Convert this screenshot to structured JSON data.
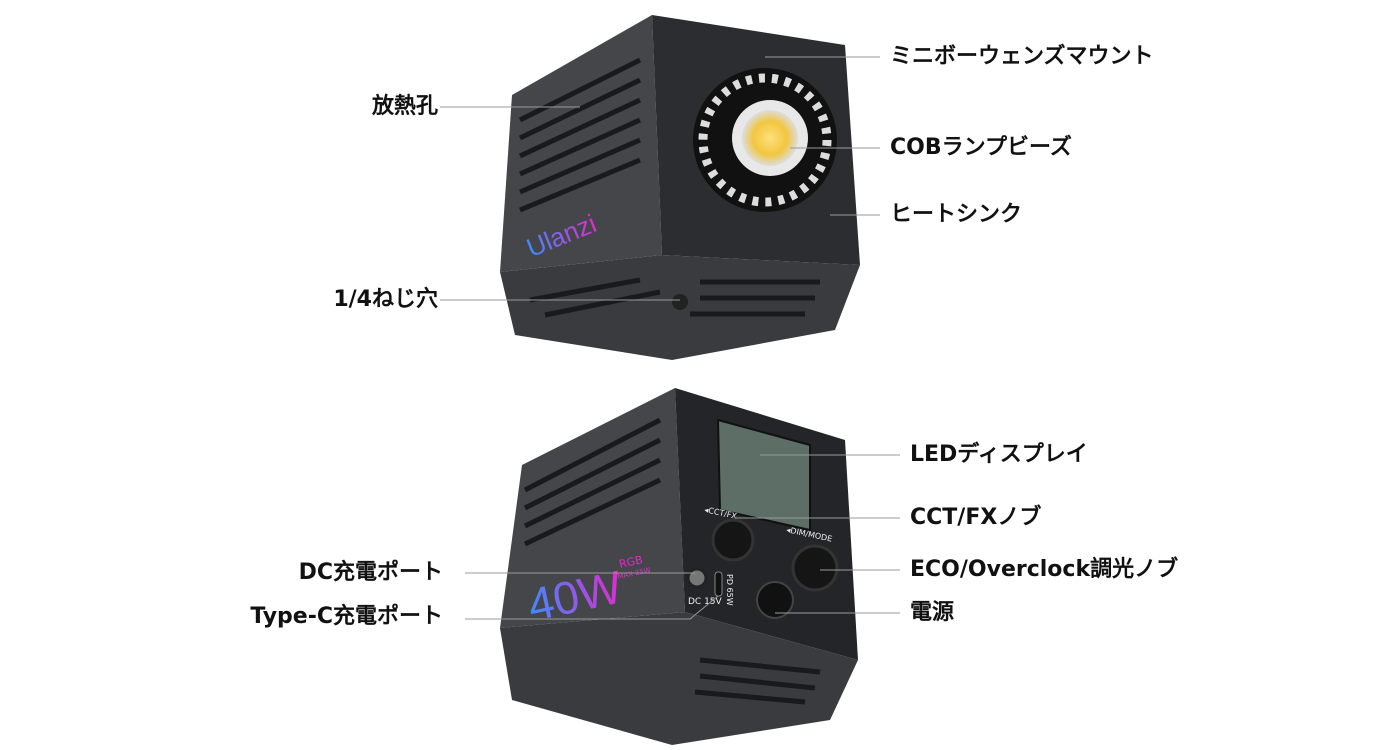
{
  "labels": {
    "heat_vents": "放熱孔",
    "screw_hole": "1/4ねじ穴",
    "mount": "ミニボーウェンズマウント",
    "cob": "COBランプビーズ",
    "heatsink": "ヒートシンク",
    "led_display": "LEDディスプレイ",
    "cct_knob": "CCT/FXノブ",
    "eco_knob": "ECO/Overclock調光ノブ",
    "power": "電源",
    "dc_port": "DC充電ポート",
    "typec_port": "Type-C充電ポート"
  },
  "product": {
    "brand": "Ulanzi",
    "wattage": "40W",
    "rgb": "RGB",
    "max": "MAX 25W",
    "dc": "DC 15V",
    "pd": "PD 65W",
    "cct_mark": "◂CCT/FX",
    "dim_mark": "◂DIM/MODE"
  },
  "colors": {
    "body": "#3a3b3e",
    "face": "#2a2b2e",
    "line": "#9a9a9a",
    "display": "#5d6e66"
  }
}
